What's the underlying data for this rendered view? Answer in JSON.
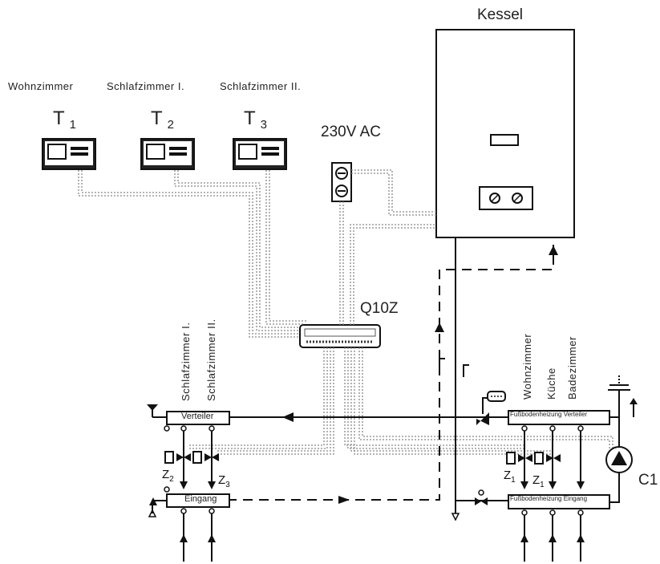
{
  "boiler": {
    "label": "Kessel"
  },
  "power": {
    "label": "230V AC"
  },
  "controller": {
    "label": "Q10Z"
  },
  "pump": {
    "label": "C1"
  },
  "thermostats": [
    {
      "room": "Wohnzimmer",
      "symbol": "T",
      "index": "1"
    },
    {
      "room": "Schlafzimmer I.",
      "symbol": "T",
      "index": "2"
    },
    {
      "room": "Schlafzimmer II.",
      "symbol": "T",
      "index": "3"
    }
  ],
  "left_circuits": {
    "zone_a": "Schlafzimmer I.",
    "zone_b": "Schlafzimmer II."
  },
  "right_circuits": {
    "zone_a": "Wohnzimmer",
    "zone_b": "Küche",
    "zone_c": "Badezimmer"
  },
  "manifolds": {
    "left_supply": "Verteiler",
    "left_return": "Eingang",
    "right_supply": "Fußbodenheizung Verteiler",
    "right_return": "Fußbodenheizung Eingang"
  },
  "valves": [
    {
      "symbol": "Z",
      "index": "2"
    },
    {
      "symbol": "Z",
      "index": "3"
    },
    {
      "symbol": "Z",
      "index": "1"
    },
    {
      "symbol": "Z",
      "index": "1"
    }
  ]
}
